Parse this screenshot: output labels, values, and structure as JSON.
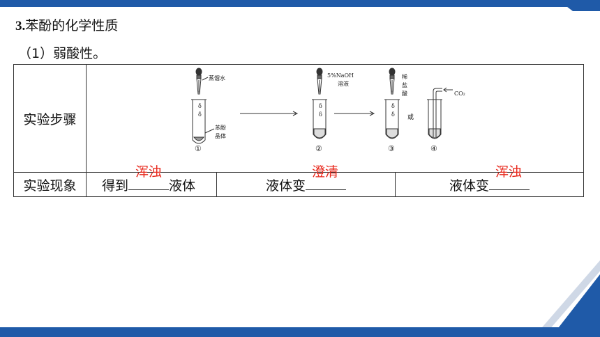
{
  "heading": {
    "number": "3.",
    "title": "苯酚的化学性质"
  },
  "subheading": "（1）弱酸性。",
  "table": {
    "row1_header": "实验步骤",
    "row2_header": "实验现象",
    "cell1_pre": "得到",
    "cell1_post": "液体",
    "cell2_pre": "液体变",
    "cell3_pre": "液体变",
    "answers": [
      "浑浊",
      "澄清",
      "浑浊"
    ]
  },
  "diagram": {
    "labels": {
      "water": "蒸馏水",
      "phenol": "苯酚",
      "crystal": "晶体",
      "naoh_1": "5%NaOH",
      "naoh_2": "溶液",
      "hcl_1": "稀",
      "hcl_2": "盐",
      "hcl_3": "酸",
      "or": "或",
      "co2": "CO₂",
      "n1": "①",
      "n2": "②",
      "n3": "③",
      "n4": "④"
    }
  },
  "colors": {
    "accent": "#1f5aa8",
    "answer": "#e8281c"
  }
}
